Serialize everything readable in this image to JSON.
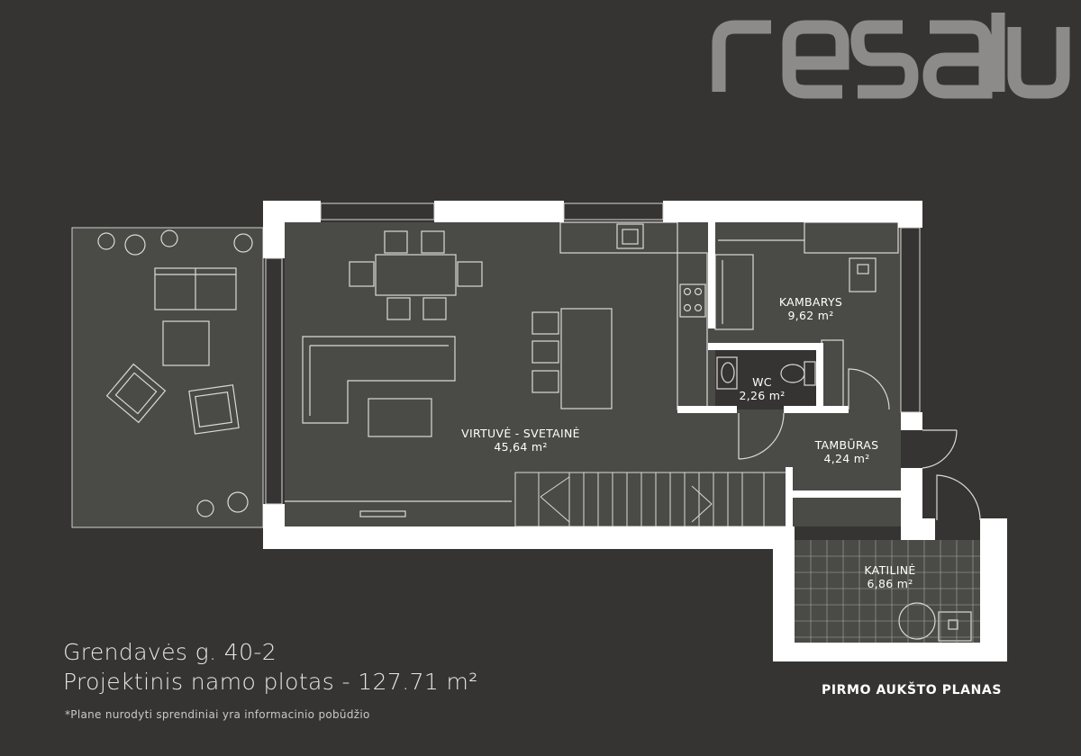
{
  "brand": {
    "logo_text": "resalu"
  },
  "colors": {
    "background": "#353433",
    "wall": "#ffffff",
    "room_fill": "#4a4a47",
    "furniture_line": "#d9d9d6",
    "logo": "#8c8b89"
  },
  "rooms": [
    {
      "name": "VIRTUVĖ - SVETAINĖ",
      "area": "45,64 m²"
    },
    {
      "name": "KAMBARYS",
      "area": "9,62 m²"
    },
    {
      "name": "WC",
      "area": "2,26 m²"
    },
    {
      "name": "TAMBŪRAS",
      "area": "4,24 m²"
    },
    {
      "name": "KATILINĖ",
      "area": "6,86 m²"
    }
  ],
  "info": {
    "address": "Grendavės g. 40-2",
    "area_line": "Projektinis namo plotas - 127.71 m²",
    "note": "*Plane nurodyti sprendiniai yra informacinio pobūdžio",
    "floor_title": "PIRMO AUKŠTO PLANAS"
  }
}
